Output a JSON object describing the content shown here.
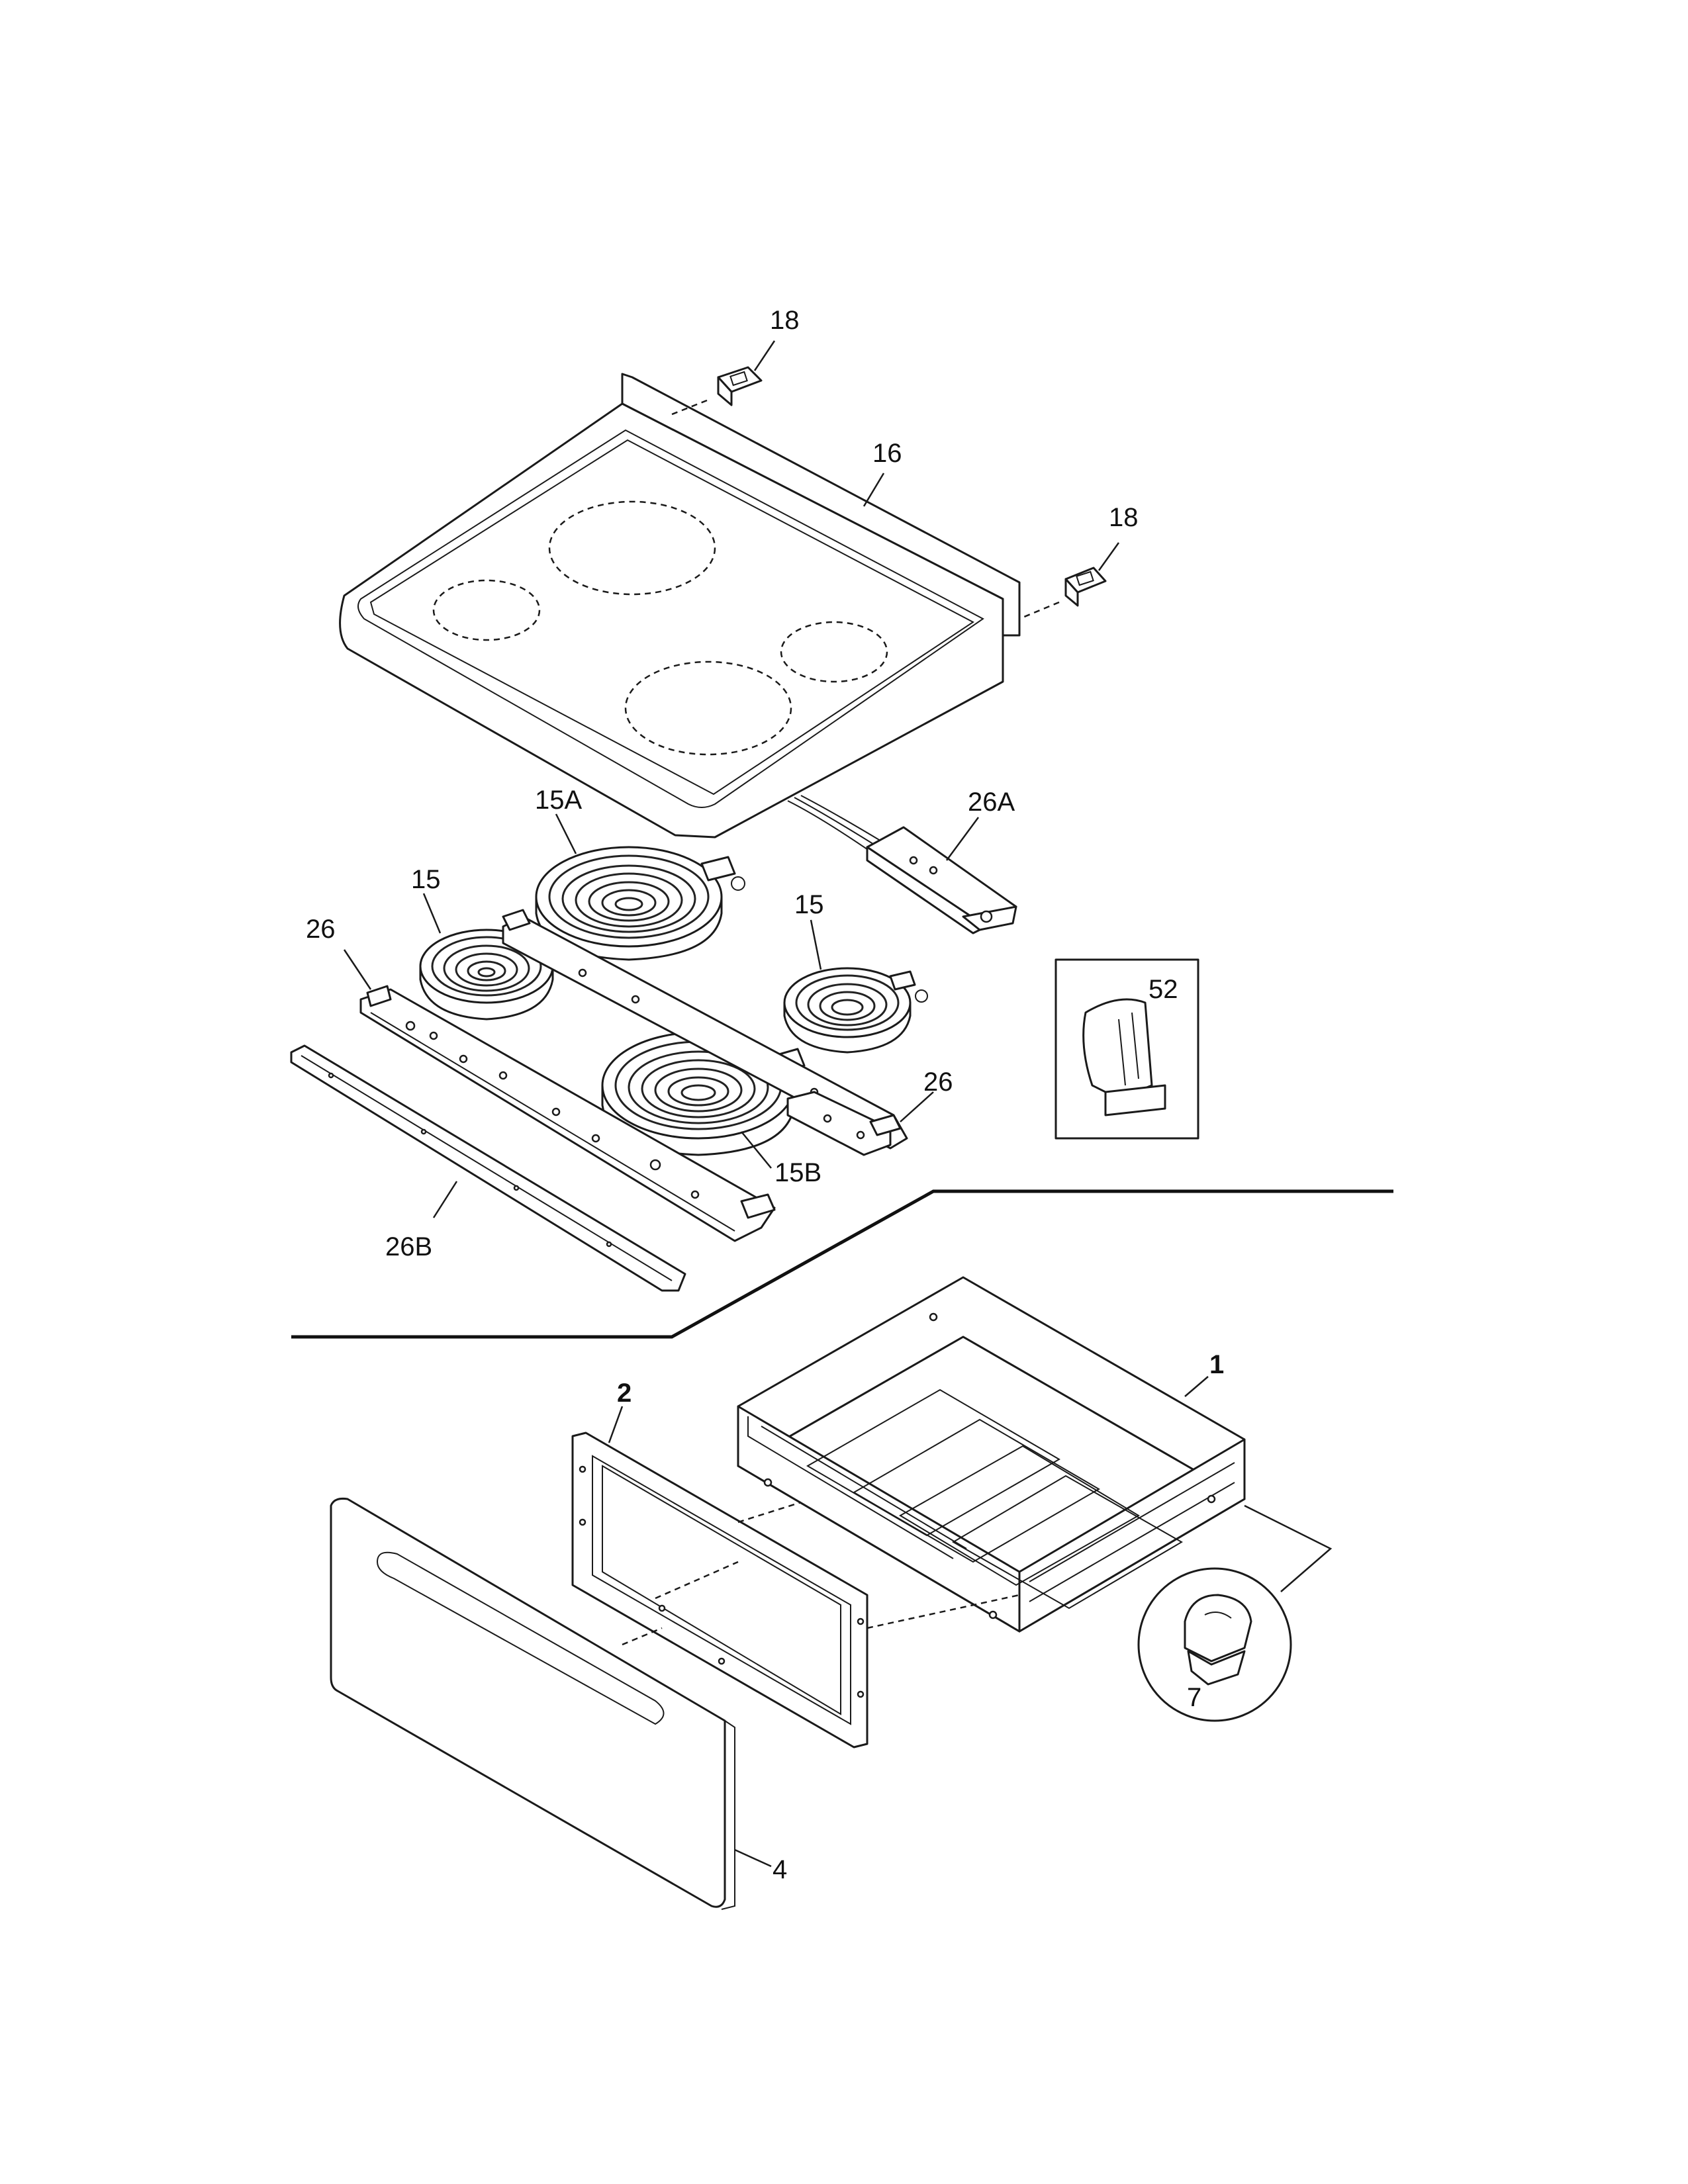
{
  "callouts": {
    "c18_top": "18",
    "c16": "16",
    "c18_right": "18",
    "c15a": "15A",
    "c26a": "26A",
    "c15_left": "15",
    "c15_right": "15",
    "c26_left": "26",
    "c52": "52",
    "c26_right": "26",
    "c15b": "15B",
    "c26b": "26B",
    "c1": "1",
    "c2": "2",
    "c7": "7",
    "c4": "4"
  }
}
